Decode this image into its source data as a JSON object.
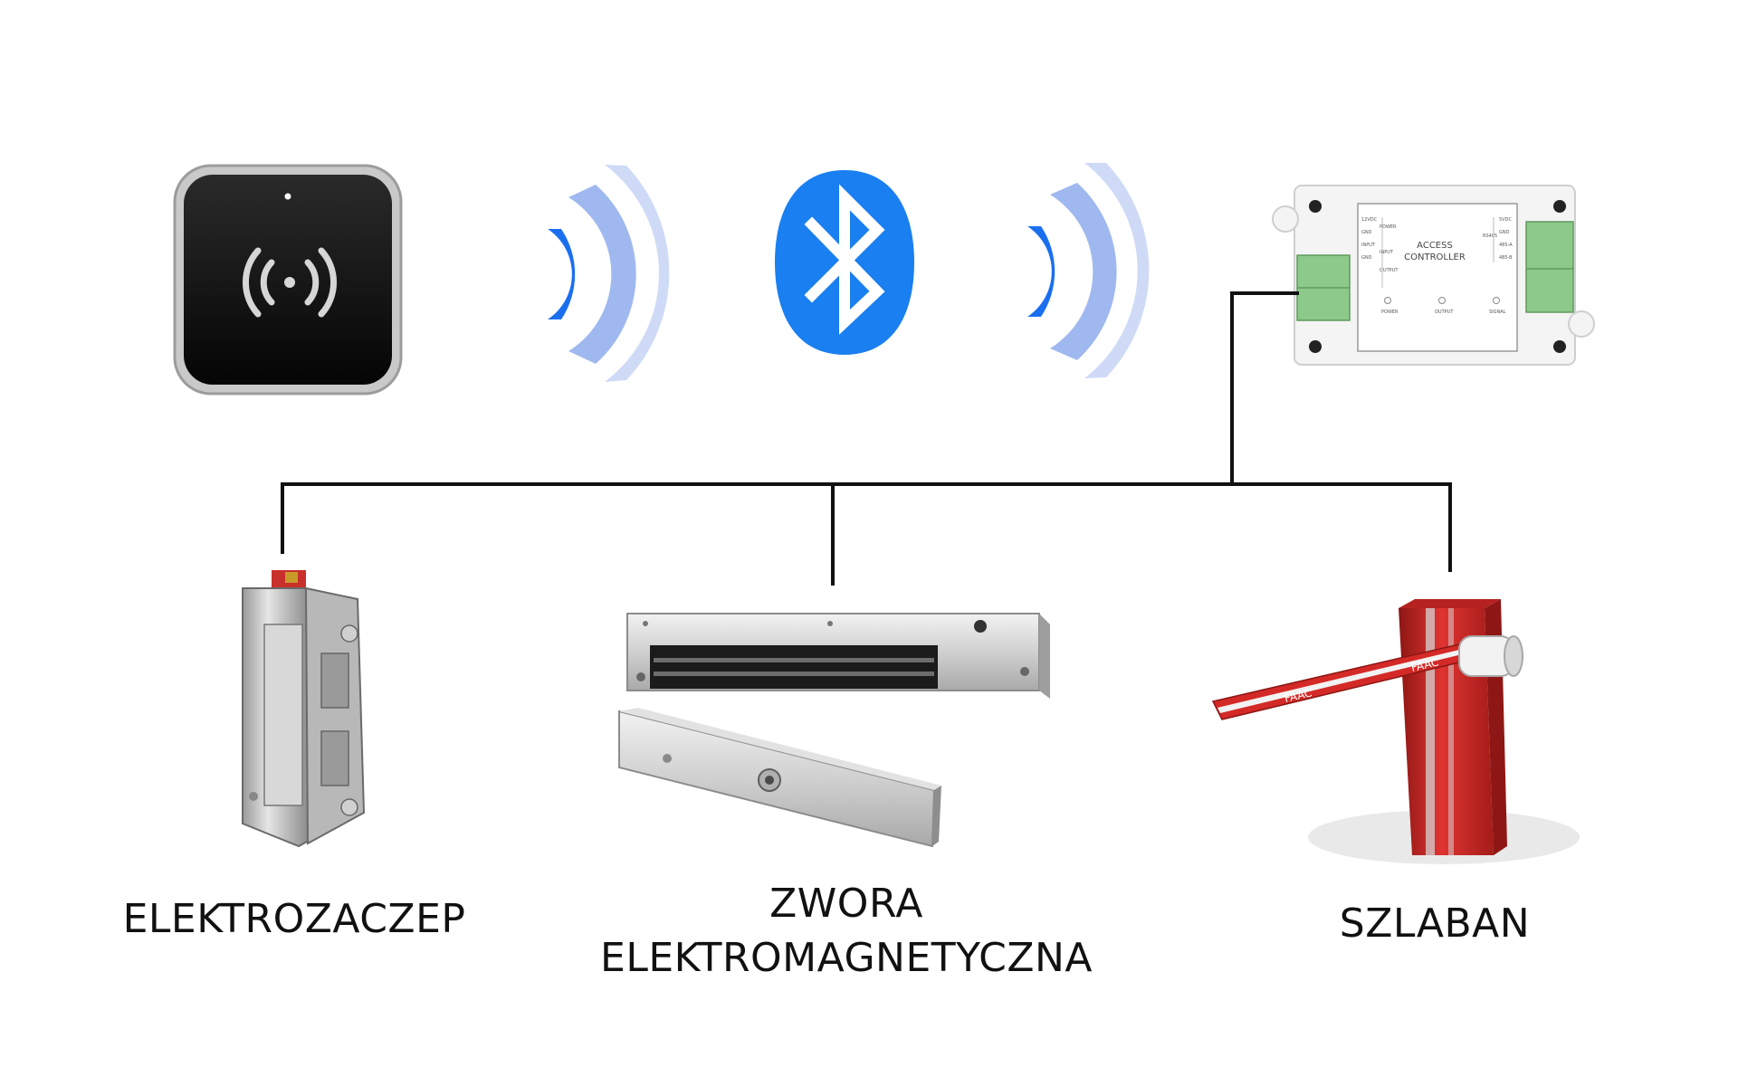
{
  "labels": {
    "electric_strike": "ELEKTROZACZEP",
    "maglock_line1": "ZWORA",
    "maglock_line2": "ELEKTROMAGNETYCZNA",
    "barrier": "SZLABAN"
  },
  "controller": {
    "title_line1": "ACCESS",
    "title_line2": "CONTROLLER",
    "left_terminals": [
      "12VDC",
      "GND",
      "INPUT",
      "GND"
    ],
    "left_terminal_functions": [
      "POWER",
      "INPUT",
      "OUTPUT"
    ],
    "right_terminals": [
      "5VDC",
      "GND",
      "485-A",
      "485-B"
    ],
    "right_terminal_function": "RS485",
    "leds": [
      "POWER",
      "OUTPUT",
      "SIGNAL"
    ]
  },
  "barrier_brand": "FAAC",
  "colors": {
    "bluetooth_blue": "#1a7ff0",
    "wave_dark": "#1a6fee",
    "wave_mid": "#9fb8ef",
    "wave_light": "#cfdaf6",
    "connector_green": "#8dc98a",
    "barrier_red": "#d42a27",
    "wire": "#111111"
  },
  "icons": [
    "rfid-reader-icon",
    "wireless-waves-icon",
    "bluetooth-icon",
    "access-controller-icon",
    "electric-strike-icon",
    "magnetic-lock-icon",
    "barrier-gate-icon"
  ]
}
